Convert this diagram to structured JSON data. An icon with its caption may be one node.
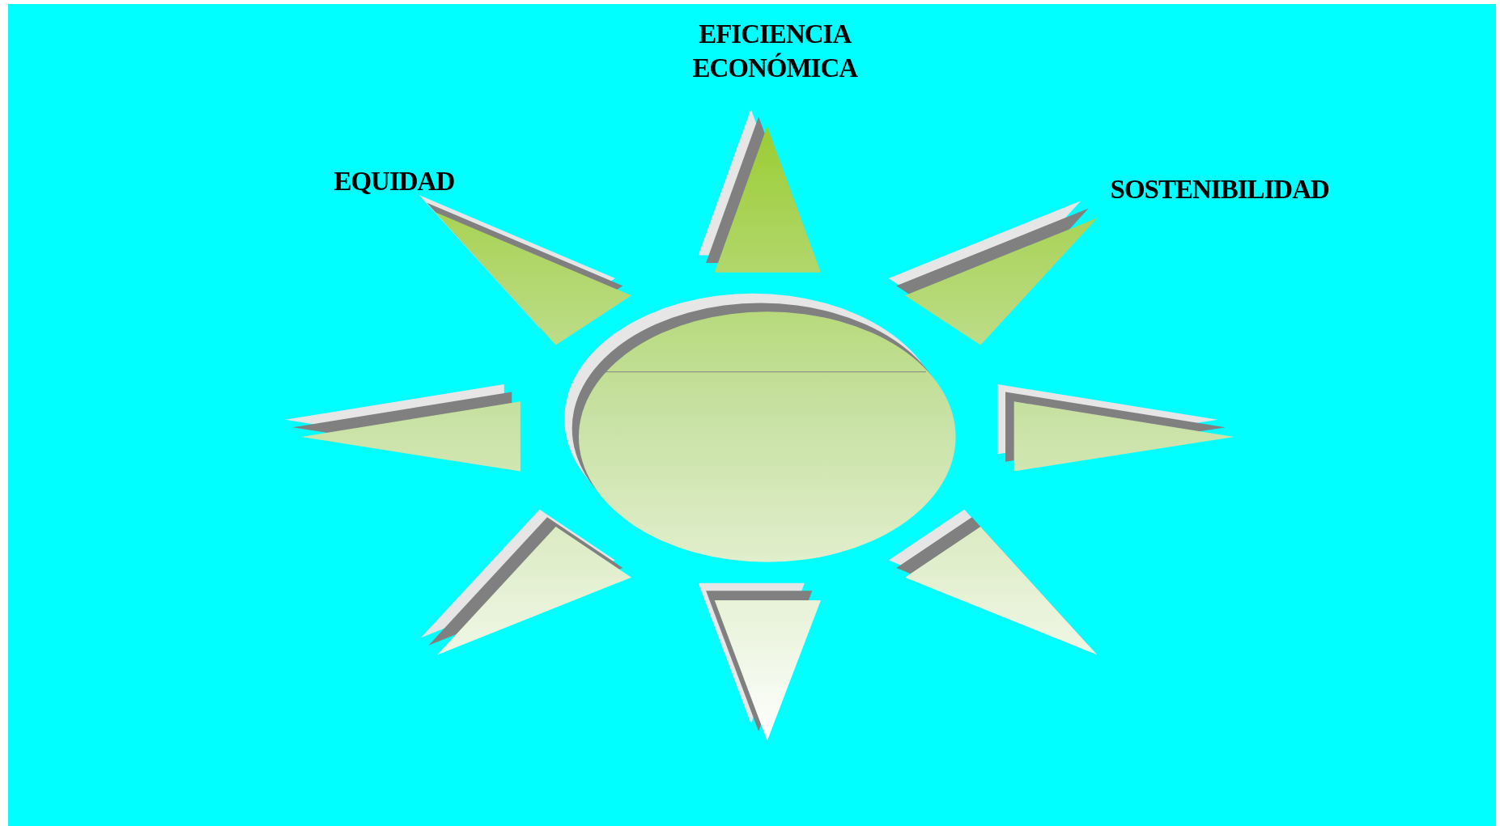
{
  "diagram": {
    "labels": [
      "EFICIENCIA ECONÓMICA",
      "EQUIDAD",
      "SOSTENIBILIDAD"
    ]
  }
}
